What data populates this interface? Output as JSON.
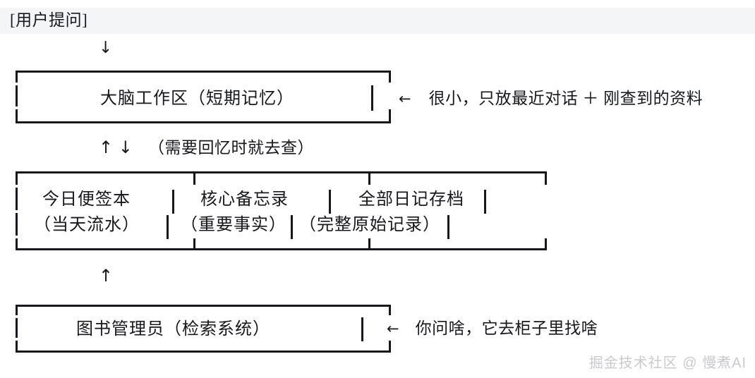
{
  "header": {
    "label": "[用户提问]",
    "band_color": "#f4f5f7"
  },
  "arrows": {
    "down_to_working_memory": "↓",
    "bidirectional_memory": "↑ ↓",
    "bidirectional_note": "（需要回忆时就去查）",
    "up_from_librarian": "↑",
    "left_arrow": "←"
  },
  "boxes": {
    "working_memory": {
      "title": "大脑工作区（短期记忆）",
      "annotation_arrow": "←",
      "annotation": "很小，只放最近对话 ＋ 刚查到的资料"
    },
    "memory_store": {
      "columns": [
        {
          "title": "今日便签本",
          "subtitle": "（当天流水）"
        },
        {
          "title": "核心备忘录",
          "subtitle": "（重要事实）"
        },
        {
          "title": "全部日记存档",
          "subtitle": "（完整原始记录）"
        }
      ]
    },
    "librarian": {
      "title": "图书管理员（检索系统）",
      "annotation_arrow": "←",
      "annotation": "你问啥，它去柜子里找啥"
    }
  },
  "watermark": "掘金技术社区 @ 慢煮AI",
  "colors": {
    "ink": "#17181c",
    "band": "#f4f5f7",
    "watermark": "#c9cace"
  }
}
